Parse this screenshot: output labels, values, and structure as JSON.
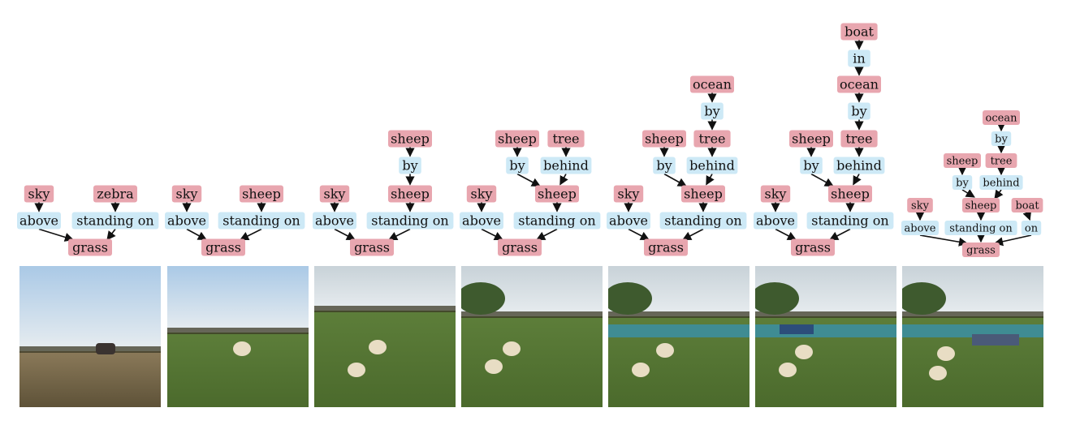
{
  "labels": {
    "sky": "sky",
    "zebra": "zebra",
    "sheep": "sheep",
    "tree": "tree",
    "ocean": "ocean",
    "boat": "boat",
    "grass": "grass",
    "above": "above",
    "standing_on": "standing on",
    "by": "by",
    "behind": "behind",
    "in": "in",
    "on": "on"
  },
  "colors": {
    "object_node": "#e8a6af",
    "relation_node": "#cde9f6",
    "edge": "#111111"
  },
  "columns": [
    {
      "nodes": [
        {
          "id": "sky",
          "kind": "object",
          "label": "sky"
        },
        {
          "id": "zebra",
          "kind": "object",
          "label": "zebra"
        },
        {
          "id": "above",
          "kind": "relation",
          "label": "above"
        },
        {
          "id": "standing_on",
          "kind": "relation",
          "label": "standing on"
        },
        {
          "id": "grass",
          "kind": "object",
          "label": "grass"
        }
      ],
      "edges": [
        [
          "sky",
          "above"
        ],
        [
          "zebra",
          "standing_on"
        ],
        [
          "above",
          "grass"
        ],
        [
          "standing_on",
          "grass"
        ]
      ],
      "scene": {
        "objects": [
          "zebra"
        ],
        "features": [
          "sky",
          "grass"
        ]
      }
    },
    {
      "nodes": [
        {
          "id": "sky",
          "kind": "object",
          "label": "sky"
        },
        {
          "id": "sheep",
          "kind": "object",
          "label": "sheep"
        },
        {
          "id": "above",
          "kind": "relation",
          "label": "above"
        },
        {
          "id": "standing_on",
          "kind": "relation",
          "label": "standing on"
        },
        {
          "id": "grass",
          "kind": "object",
          "label": "grass"
        }
      ],
      "edges": [
        [
          "sky",
          "above"
        ],
        [
          "sheep",
          "standing_on"
        ],
        [
          "above",
          "grass"
        ],
        [
          "standing_on",
          "grass"
        ]
      ],
      "scene": {
        "objects": [
          "sheep"
        ],
        "features": [
          "sky",
          "grass"
        ]
      }
    },
    {
      "nodes": [
        {
          "id": "sheep2",
          "kind": "object",
          "label": "sheep"
        },
        {
          "id": "by",
          "kind": "relation",
          "label": "by"
        },
        {
          "id": "sky",
          "kind": "object",
          "label": "sky"
        },
        {
          "id": "sheep",
          "kind": "object",
          "label": "sheep"
        },
        {
          "id": "above",
          "kind": "relation",
          "label": "above"
        },
        {
          "id": "standing_on",
          "kind": "relation",
          "label": "standing on"
        },
        {
          "id": "grass",
          "kind": "object",
          "label": "grass"
        }
      ],
      "edges": [
        [
          "sheep2",
          "by"
        ],
        [
          "by",
          "sheep"
        ],
        [
          "sky",
          "above"
        ],
        [
          "sheep",
          "standing_on"
        ],
        [
          "above",
          "grass"
        ],
        [
          "standing_on",
          "grass"
        ]
      ],
      "scene": {
        "objects": [
          "sheep",
          "sheep"
        ],
        "features": [
          "sky",
          "grass",
          "treeline"
        ]
      }
    },
    {
      "nodes": [
        {
          "id": "sheep2",
          "kind": "object",
          "label": "sheep"
        },
        {
          "id": "tree",
          "kind": "object",
          "label": "tree"
        },
        {
          "id": "by",
          "kind": "relation",
          "label": "by"
        },
        {
          "id": "behind",
          "kind": "relation",
          "label": "behind"
        },
        {
          "id": "sky",
          "kind": "object",
          "label": "sky"
        },
        {
          "id": "sheep",
          "kind": "object",
          "label": "sheep"
        },
        {
          "id": "above",
          "kind": "relation",
          "label": "above"
        },
        {
          "id": "standing_on",
          "kind": "relation",
          "label": "standing on"
        },
        {
          "id": "grass",
          "kind": "object",
          "label": "grass"
        }
      ],
      "edges": [
        [
          "sheep2",
          "by"
        ],
        [
          "tree",
          "behind"
        ],
        [
          "by",
          "sheep"
        ],
        [
          "behind",
          "sheep"
        ],
        [
          "sky",
          "above"
        ],
        [
          "sheep",
          "standing_on"
        ],
        [
          "above",
          "grass"
        ],
        [
          "standing_on",
          "grass"
        ]
      ],
      "scene": {
        "objects": [
          "sheep",
          "sheep",
          "tree"
        ],
        "features": [
          "sky",
          "grass"
        ]
      }
    },
    {
      "nodes": [
        {
          "id": "ocean",
          "kind": "object",
          "label": "ocean"
        },
        {
          "id": "by_top",
          "kind": "relation",
          "label": "by"
        },
        {
          "id": "sheep2",
          "kind": "object",
          "label": "sheep"
        },
        {
          "id": "tree",
          "kind": "object",
          "label": "tree"
        },
        {
          "id": "by",
          "kind": "relation",
          "label": "by"
        },
        {
          "id": "behind",
          "kind": "relation",
          "label": "behind"
        },
        {
          "id": "sky",
          "kind": "object",
          "label": "sky"
        },
        {
          "id": "sheep",
          "kind": "object",
          "label": "sheep"
        },
        {
          "id": "above",
          "kind": "relation",
          "label": "above"
        },
        {
          "id": "standing_on",
          "kind": "relation",
          "label": "standing on"
        },
        {
          "id": "grass",
          "kind": "object",
          "label": "grass"
        }
      ],
      "edges": [
        [
          "ocean",
          "by_top"
        ],
        [
          "by_top",
          "tree"
        ],
        [
          "sheep2",
          "by"
        ],
        [
          "tree",
          "behind"
        ],
        [
          "by",
          "sheep"
        ],
        [
          "behind",
          "sheep"
        ],
        [
          "sky",
          "above"
        ],
        [
          "sheep",
          "standing_on"
        ],
        [
          "above",
          "grass"
        ],
        [
          "standing_on",
          "grass"
        ]
      ],
      "scene": {
        "objects": [
          "sheep",
          "sheep",
          "tree",
          "ocean"
        ],
        "features": [
          "sky",
          "grass"
        ]
      }
    },
    {
      "nodes": [
        {
          "id": "boat",
          "kind": "object",
          "label": "boat"
        },
        {
          "id": "in",
          "kind": "relation",
          "label": "in"
        },
        {
          "id": "ocean",
          "kind": "object",
          "label": "ocean"
        },
        {
          "id": "by_top",
          "kind": "relation",
          "label": "by"
        },
        {
          "id": "sheep2",
          "kind": "object",
          "label": "sheep"
        },
        {
          "id": "tree",
          "kind": "object",
          "label": "tree"
        },
        {
          "id": "by",
          "kind": "relation",
          "label": "by"
        },
        {
          "id": "behind",
          "kind": "relation",
          "label": "behind"
        },
        {
          "id": "sky",
          "kind": "object",
          "label": "sky"
        },
        {
          "id": "sheep",
          "kind": "object",
          "label": "sheep"
        },
        {
          "id": "above",
          "kind": "relation",
          "label": "above"
        },
        {
          "id": "standing_on",
          "kind": "relation",
          "label": "standing on"
        },
        {
          "id": "grass",
          "kind": "object",
          "label": "grass"
        }
      ],
      "edges": [
        [
          "boat",
          "in"
        ],
        [
          "in",
          "ocean"
        ],
        [
          "ocean",
          "by_top"
        ],
        [
          "by_top",
          "tree"
        ],
        [
          "sheep2",
          "by"
        ],
        [
          "tree",
          "behind"
        ],
        [
          "by",
          "sheep"
        ],
        [
          "behind",
          "sheep"
        ],
        [
          "sky",
          "above"
        ],
        [
          "sheep",
          "standing_on"
        ],
        [
          "above",
          "grass"
        ],
        [
          "standing_on",
          "grass"
        ]
      ],
      "scene": {
        "objects": [
          "sheep",
          "sheep",
          "tree",
          "ocean",
          "boat"
        ],
        "features": [
          "sky",
          "grass"
        ]
      }
    },
    {
      "nodes": [
        {
          "id": "ocean",
          "kind": "object",
          "label": "ocean"
        },
        {
          "id": "by_top",
          "kind": "relation",
          "label": "by"
        },
        {
          "id": "sheep2",
          "kind": "object",
          "label": "sheep"
        },
        {
          "id": "tree",
          "kind": "object",
          "label": "tree"
        },
        {
          "id": "by",
          "kind": "relation",
          "label": "by"
        },
        {
          "id": "behind",
          "kind": "relation",
          "label": "behind"
        },
        {
          "id": "sky",
          "kind": "object",
          "label": "sky"
        },
        {
          "id": "sheep",
          "kind": "object",
          "label": "sheep"
        },
        {
          "id": "boat",
          "kind": "object",
          "label": "boat"
        },
        {
          "id": "above",
          "kind": "relation",
          "label": "above"
        },
        {
          "id": "standing_on",
          "kind": "relation",
          "label": "standing on"
        },
        {
          "id": "on",
          "kind": "relation",
          "label": "on"
        },
        {
          "id": "grass",
          "kind": "object",
          "label": "grass"
        }
      ],
      "edges": [
        [
          "ocean",
          "by_top"
        ],
        [
          "by_top",
          "tree"
        ],
        [
          "sheep2",
          "by"
        ],
        [
          "tree",
          "behind"
        ],
        [
          "by",
          "sheep"
        ],
        [
          "behind",
          "sheep"
        ],
        [
          "sky",
          "above"
        ],
        [
          "sheep",
          "standing_on"
        ],
        [
          "boat",
          "on"
        ],
        [
          "above",
          "grass"
        ],
        [
          "standing_on",
          "grass"
        ],
        [
          "on",
          "grass"
        ]
      ],
      "scene": {
        "objects": [
          "sheep",
          "sheep",
          "tree",
          "ocean",
          "boat"
        ],
        "features": [
          "sky",
          "grass"
        ]
      }
    }
  ]
}
